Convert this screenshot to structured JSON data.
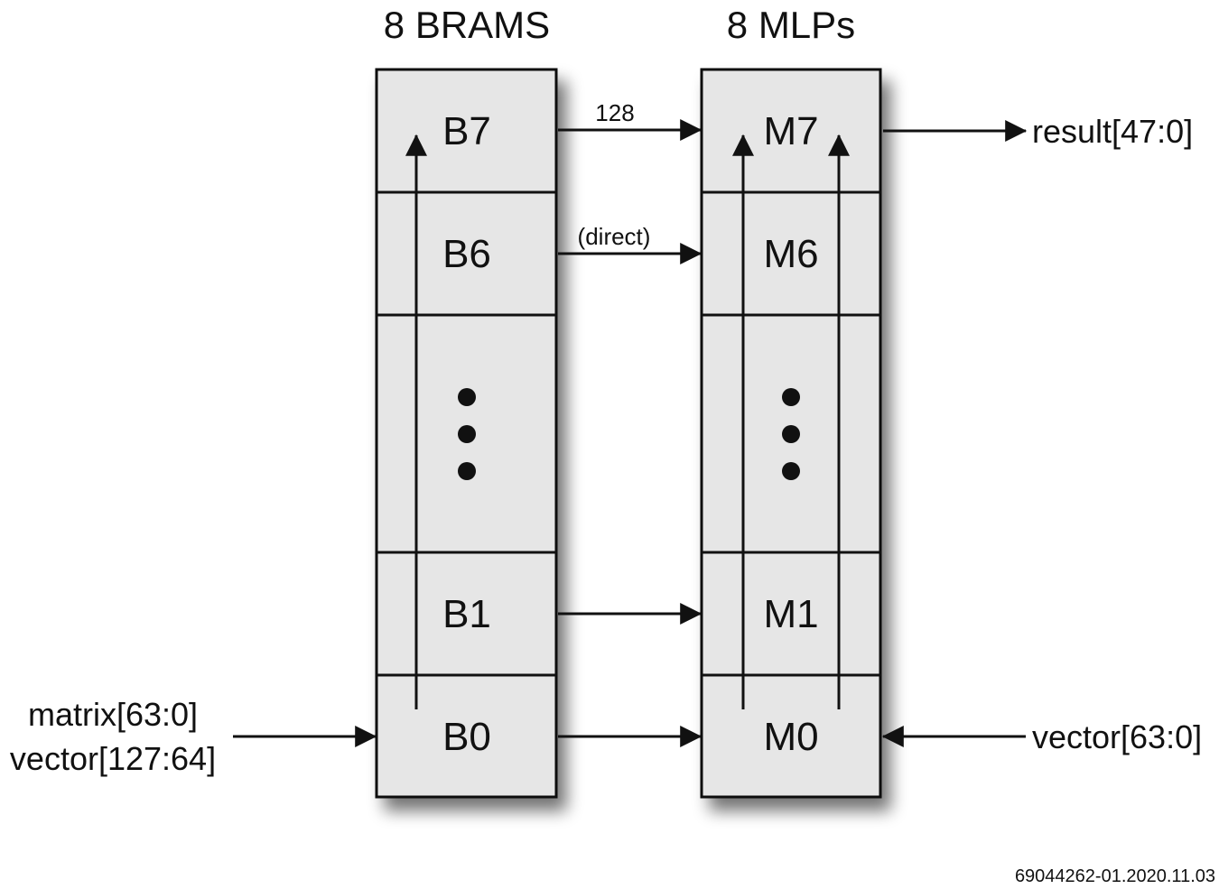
{
  "titles": {
    "brams": "8 BRAMS",
    "mlps": "8 MLPs"
  },
  "brams": {
    "cells": [
      "B7",
      "B6",
      "",
      "B1",
      "B0"
    ]
  },
  "mlps": {
    "cells": [
      "M7",
      "M6",
      "",
      "M1",
      "M0"
    ]
  },
  "connections": {
    "b7_m7_label": "128",
    "b6_m6_label": "(direct)"
  },
  "inputs": {
    "left_line1": "matrix[63:0]",
    "left_line2": "vector[127:64]",
    "right": "vector[63:0]"
  },
  "outputs": {
    "result": "result[47:0]"
  },
  "footer": {
    "id": "69044262-01.2020.11.03"
  }
}
